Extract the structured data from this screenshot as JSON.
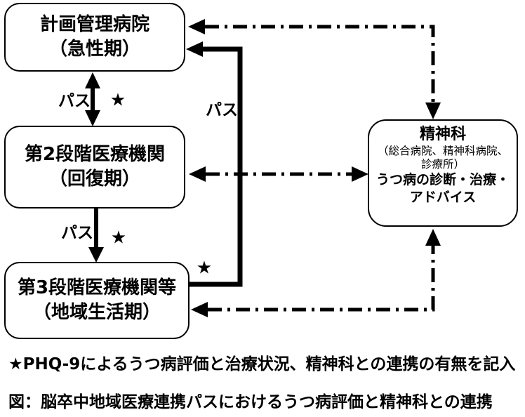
{
  "figure": {
    "background_color": "#ffffff",
    "line_color": "#000000",
    "boxes": {
      "planning_hospital": {
        "line1": "計画管理病院",
        "line2": "（急性期）"
      },
      "stage2_hospital": {
        "line1": "第2段階医療機関",
        "line2": "（回復期）"
      },
      "stage3_hospital": {
        "line1": "第3段階医療機関等",
        "line2": "（地域生活期）"
      },
      "psychiatry": {
        "title": "精神科",
        "subtitle_line1": "（総合病院、精神科病院、",
        "subtitle_line2": "診療所）",
        "desc_line1": "うつ病の診断・治療・",
        "desc_line2": "アドバイス"
      }
    },
    "edge_labels": {
      "path_top": "パス",
      "path_right": "パス",
      "path_bottom": "パス",
      "star": "★"
    },
    "captions": {
      "note": "★PHQ-9によるうつ病評価と治療状況、精神科との連携の有無を記入",
      "figure_title": "図：脳卒中地域医療連携パスにおけるうつ病評価と精神科との連携"
    }
  }
}
